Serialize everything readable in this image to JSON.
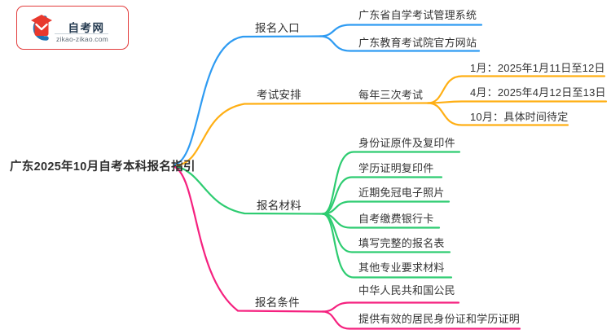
{
  "logo": {
    "site_name": "自考网",
    "site_domain": "zikao-zikao.com"
  },
  "colors": {
    "blue": "#2e9bf2",
    "orange": "#ffaf14",
    "green": "#2ecc71",
    "pink": "#f5217f",
    "badge_border_red": "#e23c3c",
    "text": "#333333"
  },
  "mindmap": {
    "root": "广东2025年10月自考本科报名指引",
    "branches": [
      {
        "label": "报名入口",
        "children": [
          "广东省自学考试管理系统",
          "广东教育考试院官方网站"
        ]
      },
      {
        "label": "考试安排",
        "children": [
          "每年三次考试"
        ],
        "grandchildren": [
          "1月：2025年1月11日至12日",
          "4月：2025年4月12日至13日",
          "10月：具体时间待定"
        ]
      },
      {
        "label": "报名材料",
        "children": [
          "身份证原件及复印件",
          "学历证明复印件",
          "近期免冠电子照片",
          "自考缴费银行卡",
          "填写完整的报名表",
          "其他专业要求材料"
        ]
      },
      {
        "label": "报名条件",
        "children": [
          "中华人民共和国公民",
          "提供有效的居民身份证和学历证明"
        ]
      }
    ]
  }
}
